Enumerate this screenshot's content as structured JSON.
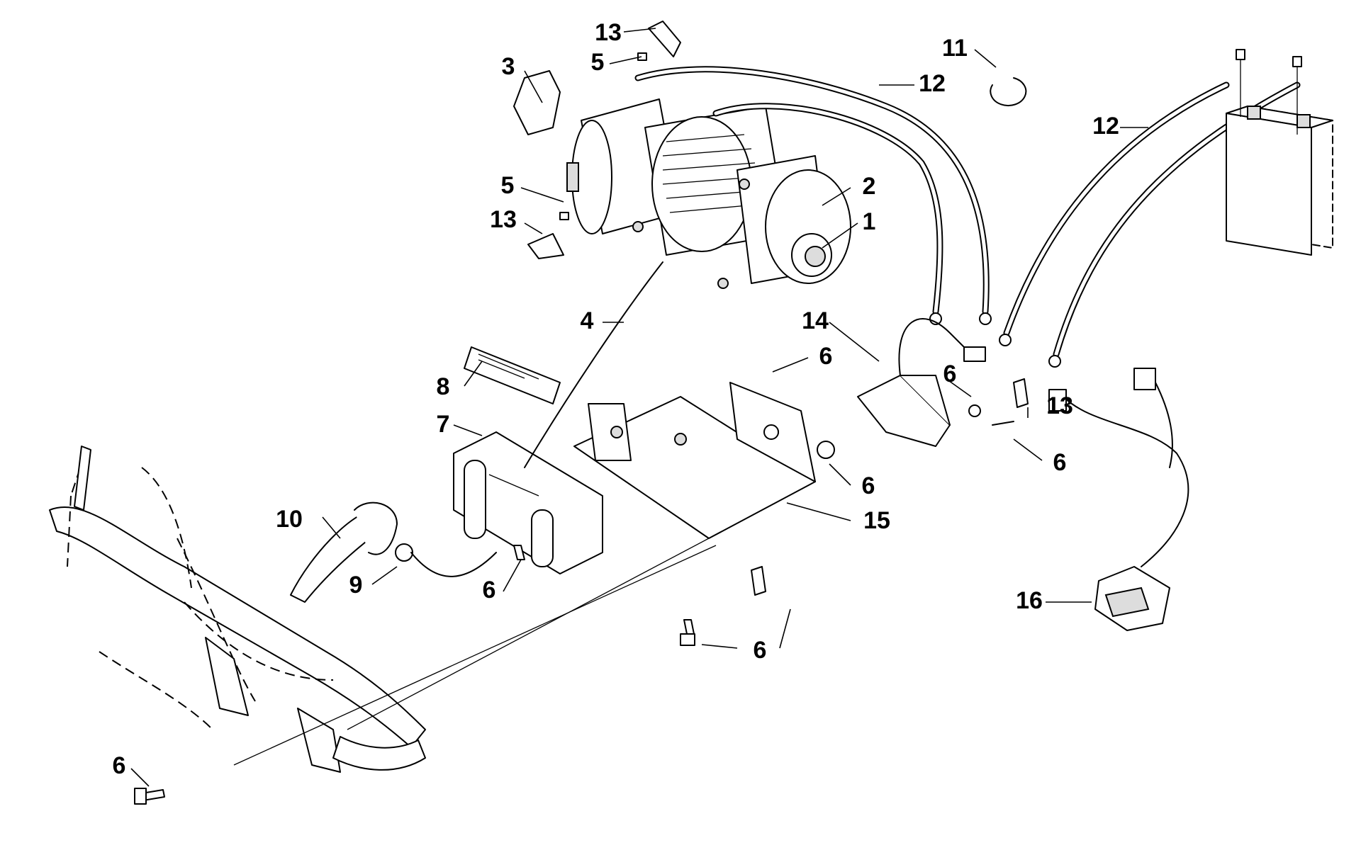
{
  "callouts": {
    "c1": "1",
    "c2": "2",
    "c3": "3",
    "c4": "4",
    "c5a": "5",
    "c5b": "5",
    "c6a": "6",
    "c6b": "6",
    "c6c": "6",
    "c6d": "6",
    "c6e": "6",
    "c6f": "6",
    "c6g": "6",
    "c7": "7",
    "c8": "8",
    "c9": "9",
    "c10": "10",
    "c11": "11",
    "c12a": "12",
    "c12b": "12",
    "c13a": "13",
    "c13b": "13",
    "c13c": "13",
    "c14": "14",
    "c15": "15",
    "c16": "16"
  },
  "icons": {
    "winch": "winch-icon",
    "battery": "battery-icon",
    "bumper": "bumper-frame-icon",
    "mount_plate": "mount-plate-icon",
    "fairlead": "roller-fairlead-icon",
    "hook": "winch-hook-icon",
    "solenoid": "contactor-icon",
    "switch": "handlebar-switch-icon"
  }
}
